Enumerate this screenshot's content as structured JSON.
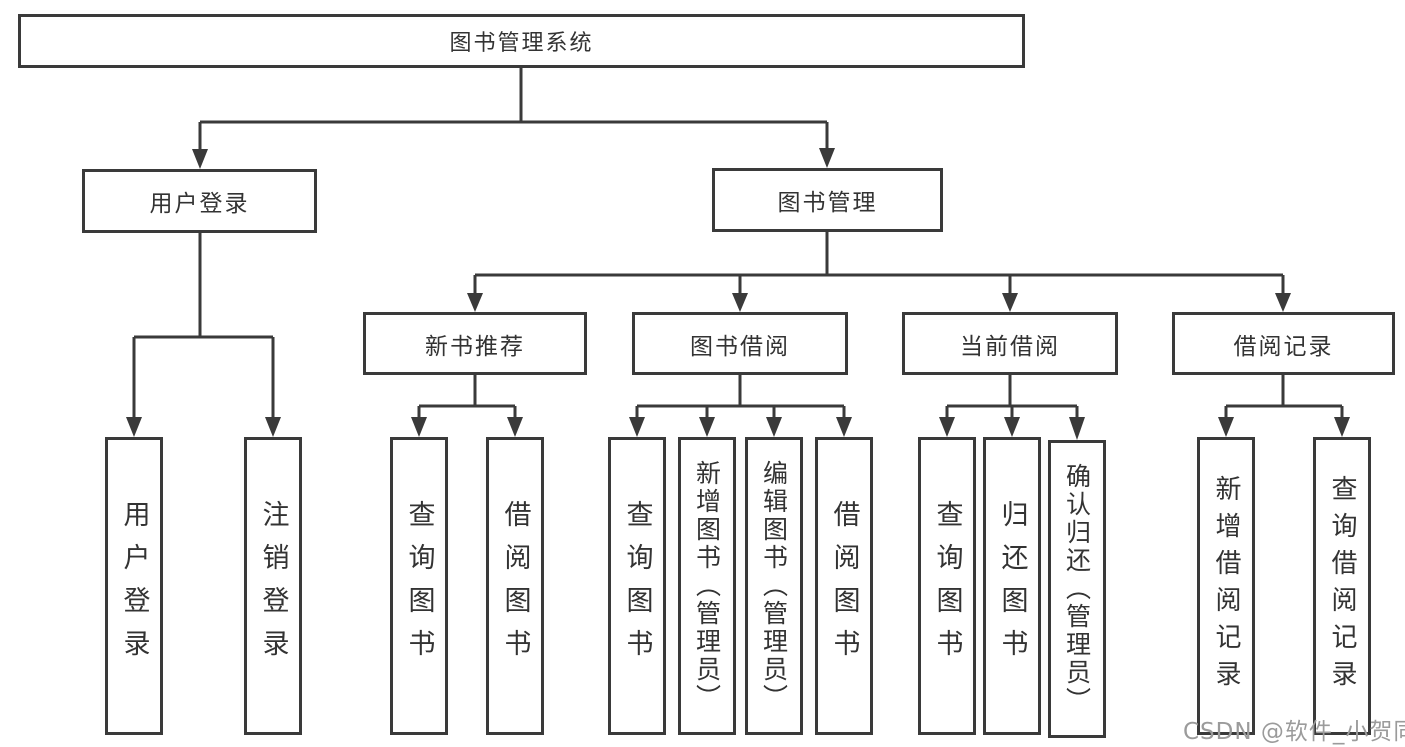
{
  "diagram": {
    "root": "图书管理系统",
    "groups": [
      {
        "label": "用户登录",
        "children": [
          "用户登录",
          "注销登录"
        ]
      },
      {
        "label": "图书管理",
        "subgroups": [
          {
            "label": "新书推荐",
            "children": [
              "查询图书",
              "借阅图书"
            ]
          },
          {
            "label": "图书借阅",
            "children": [
              "查询图书",
              "新增图书（管理员）",
              "编辑图书（管理员）",
              "借阅图书"
            ]
          },
          {
            "label": "当前借阅",
            "children": [
              "查询图书",
              "归还图书",
              "确认归还（管理员）"
            ]
          },
          {
            "label": "借阅记录",
            "children": [
              "新增借阅记录",
              "查询借阅记录"
            ]
          }
        ]
      }
    ]
  },
  "watermark": "CSDN @软件_小贺同学",
  "colors": {
    "line": "#3a3a3a",
    "text": "#333333",
    "background": "#ffffff",
    "watermark": "#9b9b9b"
  }
}
